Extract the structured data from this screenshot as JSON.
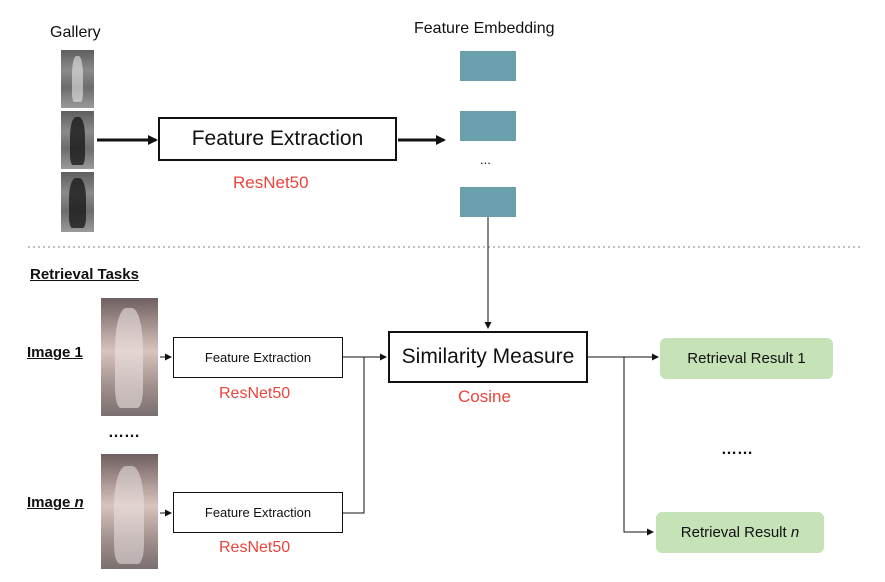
{
  "gallery": {
    "title": "Gallery"
  },
  "embedding": {
    "title": "Feature Embedding",
    "ellipsis": "..."
  },
  "top_extraction": {
    "label": "Feature Extraction",
    "model": "ResNet50"
  },
  "retrieval": {
    "title": "Retrieval Tasks"
  },
  "image1": {
    "label": "Image 1"
  },
  "imageN": {
    "label": "Image",
    "suffix": "n"
  },
  "ellipsis_left": "……",
  "ellipsis_right": "……",
  "extraction1": {
    "label": "Feature Extraction",
    "model": "ResNet50"
  },
  "extractionN": {
    "label": "Feature Extraction",
    "model": "ResNet50"
  },
  "similarity": {
    "label": "Similarity Measure",
    "metric": "Cosine"
  },
  "result1": {
    "label": "Retrieval Result 1"
  },
  "resultN": {
    "label": "Retrieval Result",
    "suffix": "n"
  },
  "colors": {
    "accent_red": "#e8453c",
    "embedding_teal": "#6aa0ad",
    "result_green": "#c6e3b8"
  }
}
